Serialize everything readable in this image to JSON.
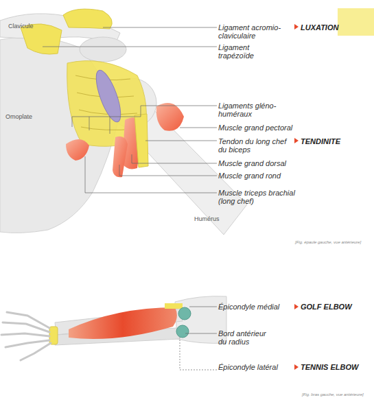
{
  "diagram": {
    "labels": [
      "Clavicule",
      "Ligament acromio-claviculaire",
      "LUXATION",
      "Ligament trapézoïde",
      "Omoplate",
      "Ligaments gléno-huméraux",
      "Muscle grand pectoral",
      "Tendon du long chef du biceps",
      "TENDINITE",
      "Muscle grand dorsal",
      "Muscle grand rond",
      "Muscle triceps brachial (long chef)",
      "Humérus",
      "[Fig. épaule gauche, vue antérieure]",
      "Épicondyle médial",
      "GOLF ELBOW",
      "Bord antérieur du radius",
      "Épicondyle latéral",
      "TENNIS ELBOW",
      "[Fig. bras gauche, vue antérieure]"
    ]
  }
}
